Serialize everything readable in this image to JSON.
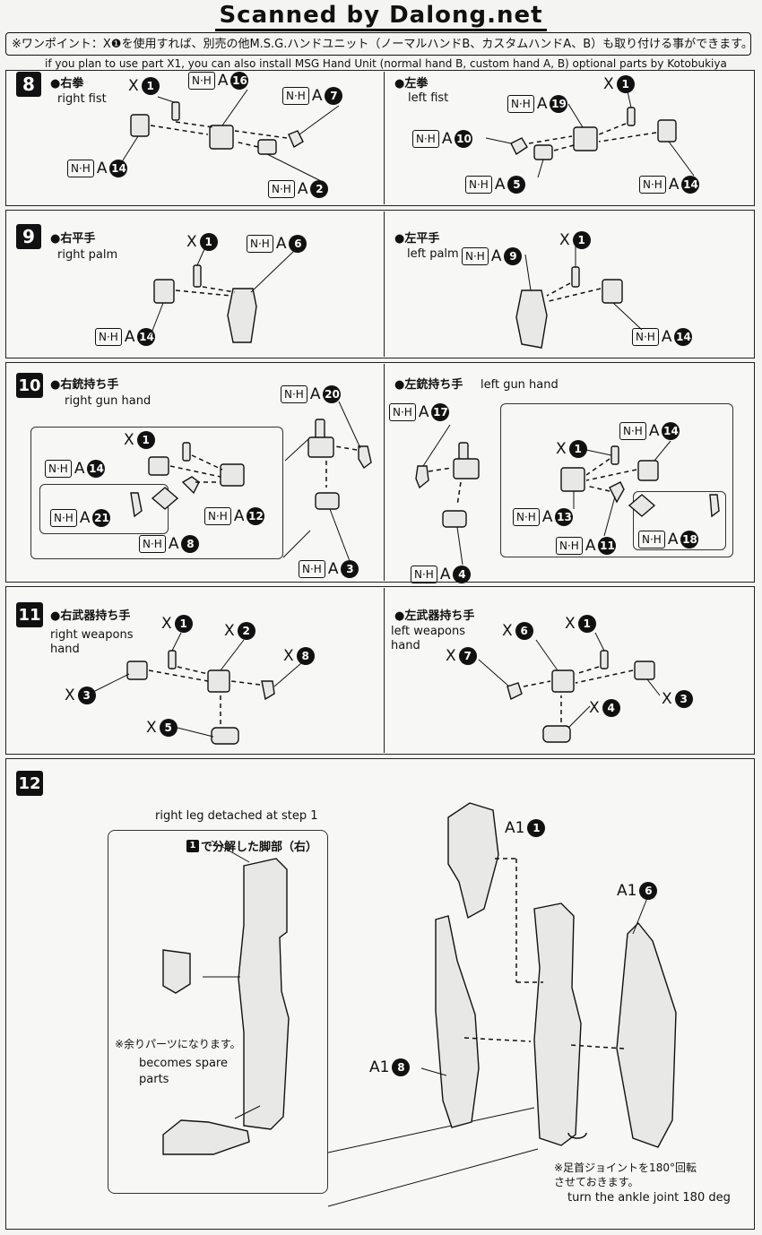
{
  "header": {
    "title": "Scanned by Dalong.net"
  },
  "onepoint": {
    "jp": "※ワンポイント：X❶を使用すれば、別売の他M.S.G.ハンドユニット（ノーマルハンドB、カスタムハンドA、B）も取り付ける事ができます。",
    "en": "if you plan to use part X1, you can also install MSG Hand Unit (normal hand B, custom hand A, B) optional parts by Kotobukiya"
  },
  "step8": {
    "num": "8",
    "left": {
      "jp": "●右拳",
      "en": "right fist",
      "x1": {
        "letter": "X",
        "n": "1"
      },
      "p16": {
        "box": "N·H",
        "letter": "A",
        "n": "16"
      },
      "p7": {
        "box": "N·H",
        "letter": "A",
        "n": "7"
      },
      "p14": {
        "box": "N·H",
        "letter": "A",
        "n": "14"
      },
      "p2": {
        "box": "N·H",
        "letter": "A",
        "n": "2"
      }
    },
    "right": {
      "jp": "●左拳",
      "en": "left fist",
      "x1": {
        "letter": "X",
        "n": "1"
      },
      "p19": {
        "box": "N·H",
        "letter": "A",
        "n": "19"
      },
      "p10": {
        "box": "N·H",
        "letter": "A",
        "n": "10"
      },
      "p5": {
        "box": "N·H",
        "letter": "A",
        "n": "5"
      },
      "p14": {
        "box": "N·H",
        "letter": "A",
        "n": "14"
      }
    }
  },
  "step9": {
    "num": "9",
    "left": {
      "jp": "●右平手",
      "en": "right palm",
      "x1": {
        "letter": "X",
        "n": "1"
      },
      "p6": {
        "box": "N·H",
        "letter": "A",
        "n": "6"
      },
      "p14": {
        "box": "N·H",
        "letter": "A",
        "n": "14"
      }
    },
    "right": {
      "jp": "●左平手",
      "en": "left palm",
      "x1": {
        "letter": "X",
        "n": "1"
      },
      "p9": {
        "box": "N·H",
        "letter": "A",
        "n": "9"
      },
      "p14": {
        "box": "N·H",
        "letter": "A",
        "n": "14"
      }
    }
  },
  "step10": {
    "num": "10",
    "left": {
      "jp": "●右銃持ち手",
      "en": "right gun hand",
      "p20": {
        "box": "N·H",
        "letter": "A",
        "n": "20"
      },
      "x1": {
        "letter": "X",
        "n": "1"
      },
      "p14": {
        "box": "N·H",
        "letter": "A",
        "n": "14"
      },
      "p21": {
        "box": "N·H",
        "letter": "A",
        "n": "21"
      },
      "p12": {
        "box": "N·H",
        "letter": "A",
        "n": "12"
      },
      "p8": {
        "box": "N·H",
        "letter": "A",
        "n": "8"
      },
      "p3": {
        "box": "N·H",
        "letter": "A",
        "n": "3"
      }
    },
    "right": {
      "jp": "●左銃持ち手",
      "en": "left gun hand",
      "p17": {
        "box": "N·H",
        "letter": "A",
        "n": "17"
      },
      "p14": {
        "box": "N·H",
        "letter": "A",
        "n": "14"
      },
      "x1": {
        "letter": "X",
        "n": "1"
      },
      "p13": {
        "box": "N·H",
        "letter": "A",
        "n": "13"
      },
      "p11": {
        "box": "N·H",
        "letter": "A",
        "n": "11"
      },
      "p18": {
        "box": "N·H",
        "letter": "A",
        "n": "18"
      },
      "p4": {
        "box": "N·H",
        "letter": "A",
        "n": "4"
      }
    }
  },
  "step11": {
    "num": "11",
    "left": {
      "jp": "●右武器持ち手",
      "en": "right weapons hand",
      "x1": {
        "letter": "X",
        "n": "1"
      },
      "x2": {
        "letter": "X",
        "n": "2"
      },
      "x8": {
        "letter": "X",
        "n": "8"
      },
      "x3": {
        "letter": "X",
        "n": "3"
      },
      "x5": {
        "letter": "X",
        "n": "5"
      }
    },
    "right": {
      "jp": "●左武器持ち手",
      "en": "left weapons hand",
      "x6": {
        "letter": "X",
        "n": "6"
      },
      "x1": {
        "letter": "X",
        "n": "1"
      },
      "x7": {
        "letter": "X",
        "n": "7"
      },
      "x3": {
        "letter": "X",
        "n": "3"
      },
      "x4": {
        "letter": "X",
        "n": "4"
      }
    }
  },
  "step12": {
    "num": "12",
    "detached_en": "right leg detached at step 1",
    "detached_jp_num": "1",
    "detached_jp": "で分解した脚部（右）",
    "spare_jp": "※余りパーツになります。",
    "spare_en": "becomes spare parts",
    "a1_1": {
      "letter": "A1",
      "n": "1"
    },
    "a1_6": {
      "letter": "A1",
      "n": "6"
    },
    "a1_8": {
      "letter": "A1",
      "n": "8"
    },
    "ankle_jp": "※足首ジョイントを180°回転させておきます。",
    "ankle_en": "turn the ankle joint 180 deg"
  }
}
